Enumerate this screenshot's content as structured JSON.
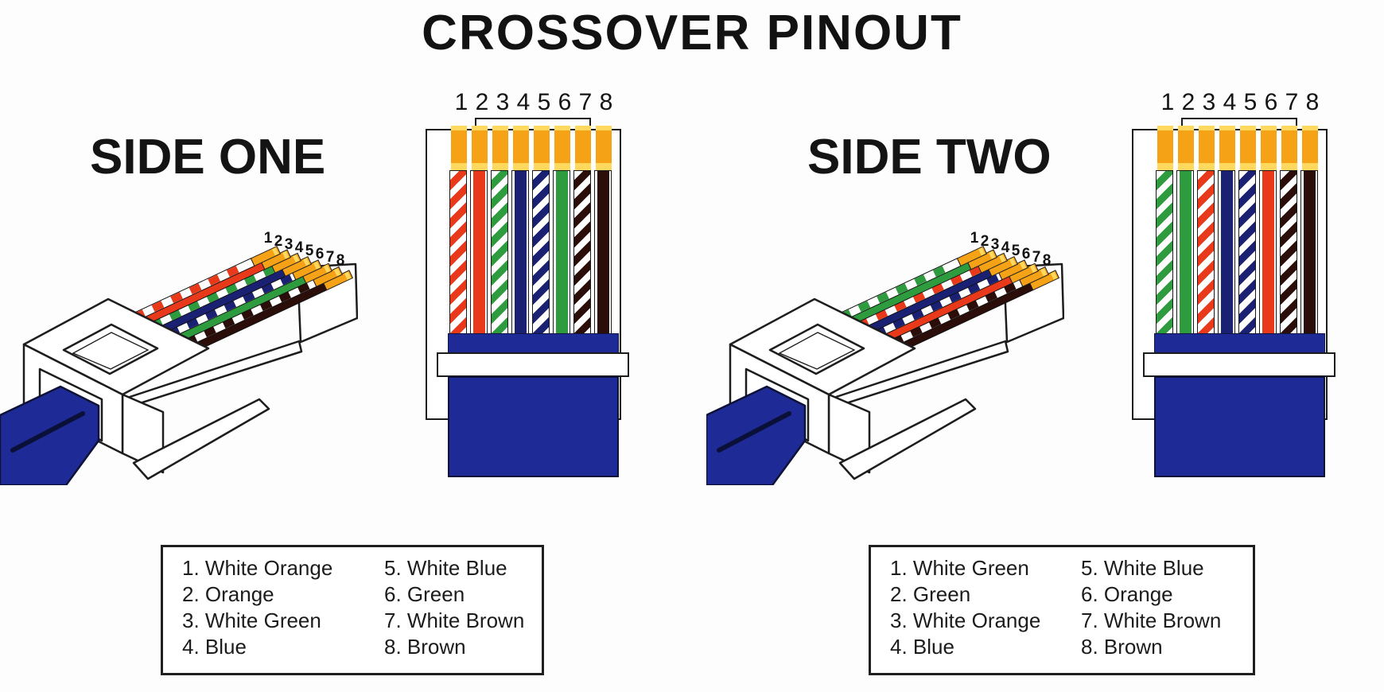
{
  "title": "CROSSOVER PINOUT",
  "colors": {
    "contact_orange": "#F5A216",
    "contact_highlight": "#FFD95E",
    "wire_orange": "#E8391B",
    "wire_green": "#2E9B3F",
    "wire_blue": "#1B2172",
    "wire_brown": "#2B0D09",
    "cable_blue": "#1E2B96",
    "cable_shadow": "#0A1038",
    "outline": "#1D1D1D"
  },
  "side_one": {
    "label": "SIDE ONE",
    "pin_numbers": [
      "1",
      "2",
      "3",
      "4",
      "5",
      "6",
      "7",
      "8"
    ],
    "pins": [
      {
        "pin": "1",
        "color_name": "White Orange",
        "style": "striped",
        "color_key": "wire_orange"
      },
      {
        "pin": "2",
        "color_name": "Orange",
        "style": "solid",
        "color_key": "wire_orange"
      },
      {
        "pin": "3",
        "color_name": "White Green",
        "style": "striped",
        "color_key": "wire_green"
      },
      {
        "pin": "4",
        "color_name": "Blue",
        "style": "solid",
        "color_key": "wire_blue"
      },
      {
        "pin": "5",
        "color_name": "White Blue",
        "style": "striped",
        "color_key": "wire_blue"
      },
      {
        "pin": "6",
        "color_name": "Green",
        "style": "solid",
        "color_key": "wire_green"
      },
      {
        "pin": "7",
        "color_name": "White Brown",
        "style": "striped",
        "color_key": "wire_brown"
      },
      {
        "pin": "8",
        "color_name": "Brown",
        "style": "solid",
        "color_key": "wire_brown"
      }
    ],
    "legend_col1": [
      "1. White Orange",
      "2. Orange",
      "3. White Green",
      "4. Blue"
    ],
    "legend_col2": [
      "5. White Blue",
      "6. Green",
      "7. White Brown",
      "8. Brown"
    ]
  },
  "side_two": {
    "label": "SIDE TWO",
    "pin_numbers": [
      "1",
      "2",
      "3",
      "4",
      "5",
      "6",
      "7",
      "8"
    ],
    "pins": [
      {
        "pin": "1",
        "color_name": "White Green",
        "style": "striped",
        "color_key": "wire_green"
      },
      {
        "pin": "2",
        "color_name": "Green",
        "style": "solid",
        "color_key": "wire_green"
      },
      {
        "pin": "3",
        "color_name": "White Orange",
        "style": "striped",
        "color_key": "wire_orange"
      },
      {
        "pin": "4",
        "color_name": "Blue",
        "style": "solid",
        "color_key": "wire_blue"
      },
      {
        "pin": "5",
        "color_name": "White Blue",
        "style": "striped",
        "color_key": "wire_blue"
      },
      {
        "pin": "6",
        "color_name": "Orange",
        "style": "solid",
        "color_key": "wire_orange"
      },
      {
        "pin": "7",
        "color_name": "White Brown",
        "style": "striped",
        "color_key": "wire_brown"
      },
      {
        "pin": "8",
        "color_name": "Brown",
        "style": "solid",
        "color_key": "wire_brown"
      }
    ],
    "legend_col1": [
      "1. White Green",
      "2. Green",
      "3. White Orange",
      "4. Blue"
    ],
    "legend_col2": [
      "5. White Blue",
      "6. Orange",
      "7. White Brown",
      "8. Brown"
    ]
  }
}
